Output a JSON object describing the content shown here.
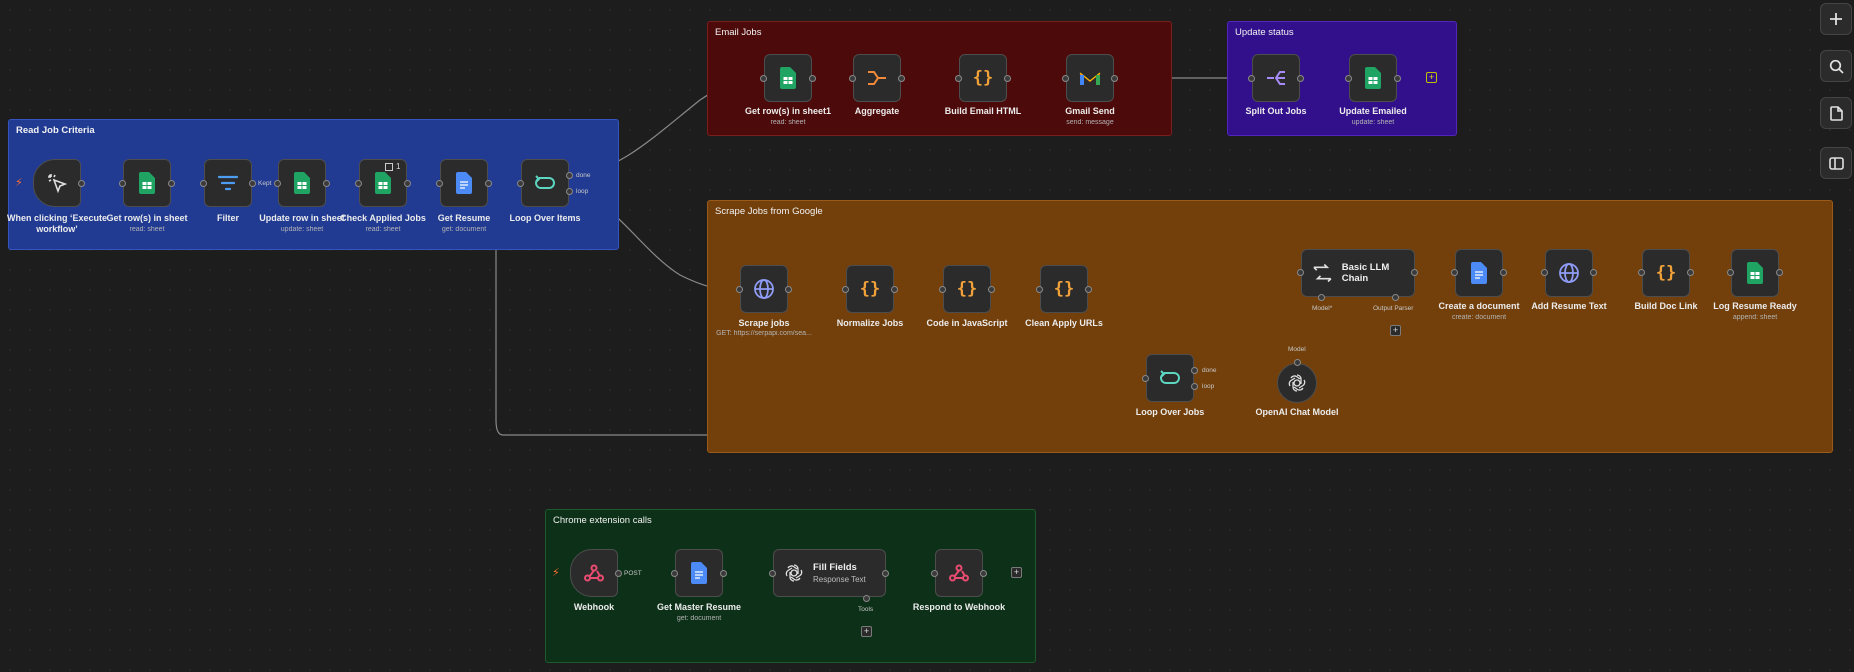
{
  "groups": {
    "read_job": "Read Job Criteria",
    "email": "Email Jobs",
    "update_status": "Update status",
    "scrape": "Scrape Jobs from Google",
    "chrome": "Chrome extension calls"
  },
  "nodes": {
    "manual_trigger": {
      "title": "When clicking ‘Execute workflow’",
      "icon": "cursor-click-icon"
    },
    "get_rows": {
      "title": "Get row(s) in sheet",
      "subtitle": "read: sheet",
      "icon": "google-sheets-icon"
    },
    "filter": {
      "title": "Filter",
      "icon": "filter-icon"
    },
    "update_row": {
      "title": "Update row in sheet",
      "subtitle": "update: sheet",
      "icon": "google-sheets-icon"
    },
    "check_applied": {
      "title": "Check Applied Jobs",
      "subtitle": "read: sheet",
      "badge": "1",
      "icon": "google-sheets-icon"
    },
    "get_resume": {
      "title": "Get Resume",
      "subtitle": "get: document",
      "icon": "google-docs-icon"
    },
    "loop_items": {
      "title": "Loop Over Items",
      "icon": "loop-icon"
    },
    "get_rows1": {
      "title": "Get row(s) in sheet1",
      "subtitle": "read: sheet",
      "icon": "google-sheets-icon"
    },
    "aggregate": {
      "title": "Aggregate",
      "icon": "aggregate-icon"
    },
    "build_email": {
      "title": "Build Email HTML",
      "icon": "code-braces-icon"
    },
    "gmail_send": {
      "title": "Gmail Send",
      "subtitle": "send: message",
      "icon": "gmail-icon"
    },
    "split_out": {
      "title": "Split Out Jobs",
      "icon": "split-out-icon"
    },
    "update_emailed": {
      "title": "Update Emailed",
      "subtitle": "update: sheet",
      "icon": "google-sheets-icon"
    },
    "scrape_jobs": {
      "title": "Scrape jobs",
      "subtitle": "GET: https://serpapi.com/sea...",
      "icon": "globe-icon"
    },
    "normalize": {
      "title": "Normalize Jobs",
      "icon": "code-braces-icon"
    },
    "code_js": {
      "title": "Code in JavaScript",
      "icon": "code-braces-icon"
    },
    "clean_urls": {
      "title": "Clean Apply URLs",
      "icon": "code-braces-icon"
    },
    "loop_jobs": {
      "title": "Loop Over Jobs",
      "icon": "loop-icon"
    },
    "llm_chain": {
      "title": "Basic LLM Chain",
      "icon": "llm-chain-icon"
    },
    "create_doc": {
      "title": "Create a document",
      "subtitle": "create: document",
      "icon": "google-docs-icon"
    },
    "add_resume_text": {
      "title": "Add Resume Text",
      "icon": "globe-icon"
    },
    "build_doc_link": {
      "title": "Build Doc Link",
      "icon": "code-braces-icon"
    },
    "log_resume": {
      "title": "Log Resume Ready",
      "subtitle": "append: sheet",
      "icon": "google-sheets-icon"
    },
    "openai_model": {
      "title": "OpenAI Chat Model",
      "icon": "openai-icon"
    },
    "webhook": {
      "title": "Webhook",
      "icon": "webhook-icon"
    },
    "get_master": {
      "title": "Get Master Resume",
      "subtitle": "get: document",
      "icon": "google-docs-icon"
    },
    "fill_fields": {
      "title": "Fill Fields",
      "subtitle": "Response Text",
      "icon": "openai-icon"
    },
    "respond_webhook": {
      "title": "Respond to Webhook",
      "icon": "webhook-icon"
    }
  },
  "port_labels": {
    "kept": "Kept",
    "done": "done",
    "loop": "loop",
    "model_req": "Model*",
    "output_parser": "Output Parser",
    "model": "Model",
    "post": "POST",
    "tools": "Tools"
  },
  "toolbar": {
    "add_icon": "plus-icon",
    "search_icon": "search-icon",
    "template_icon": "document-icon",
    "panel_icon": "panel-icon"
  },
  "colors": {
    "read_job": "#213b93",
    "email": "#4d0a0a",
    "update_status": "#32108c",
    "scrape": "#73400c",
    "chrome": "#0d3018",
    "sheets_green": "#1fa463",
    "docs_blue": "#4c8bf5",
    "code_orange": "#f0a13a",
    "loop_teal": "#5cd6c0",
    "webhook_pink": "#ea4b71",
    "trigger_orange": "#ff6d2d"
  }
}
